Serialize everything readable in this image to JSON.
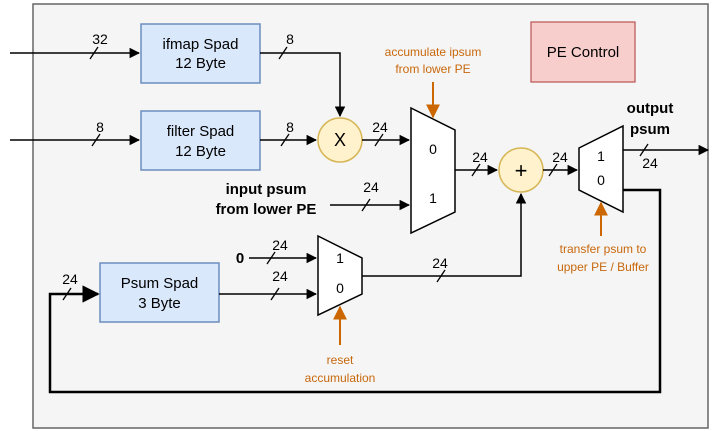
{
  "colors": {
    "frame_fill": "#f5f5f5",
    "frame_stroke": "#666666",
    "spad_fill": "#dae8fc",
    "spad_stroke": "#6c8ebf",
    "control_fill": "#f8cecc",
    "control_stroke": "#b85450",
    "op_fill": "#fff2cc",
    "op_stroke": "#d6b656",
    "annotation": "#cc6600"
  },
  "blocks": {
    "ifmap_spad": {
      "line1": "ifmap Spad",
      "line2": "12 Byte"
    },
    "filter_spad": {
      "line1": "filter Spad",
      "line2": "12 Byte"
    },
    "psum_spad": {
      "line1": "Psum Spad",
      "line2": "3 Byte"
    },
    "pe_control": "PE Control"
  },
  "operators": {
    "multiply": "X",
    "add": "+"
  },
  "muxes": {
    "accumulate_mux": {
      "top": "0",
      "bottom": "1"
    },
    "reset_mux": {
      "top": "1",
      "bottom": "0"
    },
    "output_mux": {
      "top": "1",
      "bottom": "0"
    }
  },
  "annotations": {
    "accumulate_ipsum": {
      "line1": "accumulate ipsum",
      "line2": "from lower PE"
    },
    "transfer_psum": {
      "line1": "transfer psum to",
      "line2": "upper PE / Buffer"
    },
    "reset_accumulation": {
      "line1": "reset",
      "line2": "accumulation"
    }
  },
  "labels": {
    "input_psum": {
      "line1": "input psum",
      "line2": "from lower PE"
    },
    "output_psum": {
      "line1": "output",
      "line2": "psum"
    },
    "zero_const": "0"
  },
  "bus_widths": {
    "ifmap_in": "32",
    "ifmap_out": "8",
    "filter_in": "8",
    "filter_out": "8",
    "mult_out": "24",
    "input_psum": "24",
    "mux_to_add": "24",
    "add_out": "24",
    "output": "24",
    "zero_in": "24",
    "psum_to_reset": "24",
    "reset_out": "24",
    "feedback_in": "24"
  }
}
